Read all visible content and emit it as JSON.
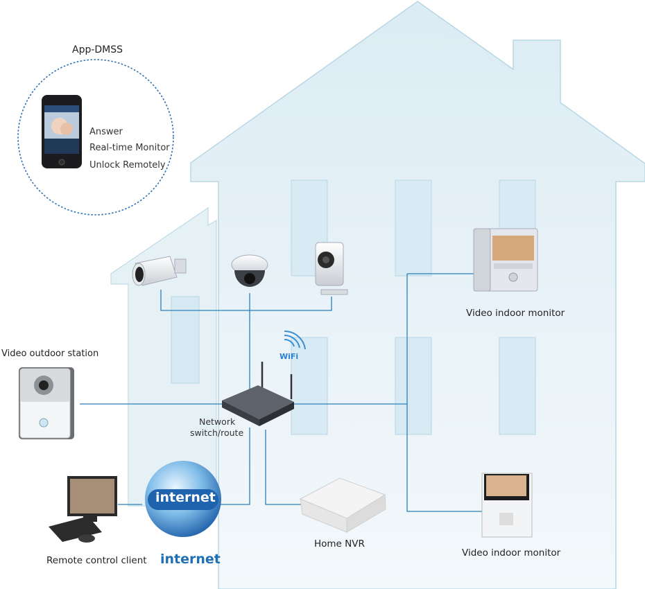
{
  "app": {
    "title": "App-DMSS",
    "features": [
      "Answer",
      "Real-time Monitor",
      "Unlock Remotely"
    ]
  },
  "labels": {
    "wifi": "WiFi",
    "network_switch_line1": "Network",
    "network_switch_line2": "switch/route",
    "video_outdoor_station": "Video outdoor station",
    "video_indoor_monitor_top": "Video indoor monitor",
    "video_indoor_monitor_bottom": "Video indoor monitor",
    "home_nvr": "Home NVR",
    "remote_control_client": "Remote control client",
    "internet_globe": "internet",
    "internet_caption": "internet"
  },
  "colors": {
    "house_fill": "#eef6f9",
    "house_stroke": "#b7d7e4",
    "window_fill": "#dcecf4",
    "wire": "#2a7fb8",
    "app_circle": "#2a6fb5",
    "internet_text": "#1f6fb5"
  }
}
